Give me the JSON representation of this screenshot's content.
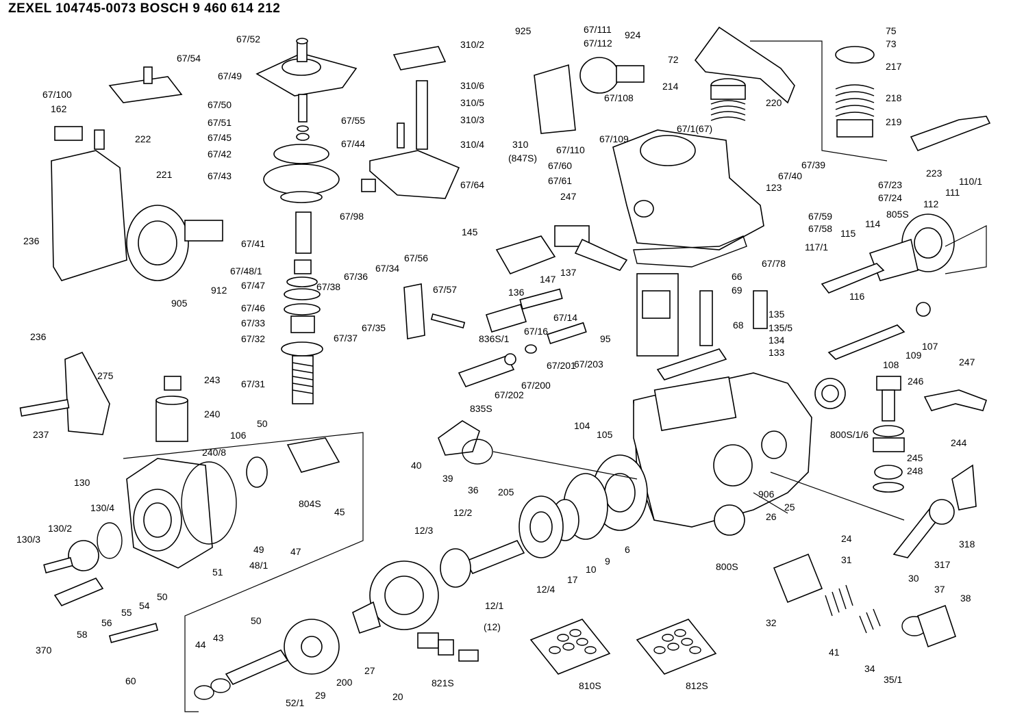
{
  "title": "ZEXEL   104745-0073   BOSCH   9 460 614 212",
  "labels": [
    "67/52",
    "67/54",
    "67/49",
    "67/100",
    "162",
    "222",
    "67/50",
    "67/51",
    "67/45",
    "67/42",
    "67/43",
    "221",
    "236",
    "67/41",
    "67/48/1",
    "905",
    "912",
    "67/47",
    "67/46",
    "67/33",
    "67/32",
    "67/31",
    "310/2",
    "310/6",
    "310/5",
    "310/3",
    "310/4",
    "310",
    "(847S)",
    "67/55",
    "67/44",
    "67/64",
    "67/98",
    "925",
    "67/111",
    "67/112",
    "924",
    "67/108",
    "67/110",
    "67/109",
    "72",
    "214",
    "220",
    "67/1(67)",
    "67/60",
    "67/61",
    "67/40",
    "67/39",
    "123",
    "247",
    "75",
    "73",
    "217",
    "218",
    "219",
    "223",
    "67/23",
    "67/24",
    "110/1",
    "111",
    "112",
    "805S",
    "114",
    "115",
    "117/1",
    "116",
    "145",
    "136",
    "147",
    "137",
    "67/59",
    "67/58",
    "67/78",
    "66",
    "69",
    "67/14",
    "67/16",
    "836S/1",
    "135",
    "135/5",
    "134",
    "133",
    "68",
    "95",
    "67/38",
    "67/36",
    "67/34",
    "67/56",
    "67/57",
    "67/37",
    "67/35",
    "67/203",
    "67/201",
    "67/200",
    "67/202",
    "835S",
    "108",
    "109",
    "107",
    "247",
    "246",
    "244",
    "245",
    "248",
    "318",
    "317",
    "800S/1/6",
    "906",
    "800S",
    "26",
    "25",
    "24",
    "31",
    "236",
    "275",
    "243",
    "240",
    "240/8",
    "237",
    "106",
    "50",
    "130",
    "130/4",
    "130/2",
    "130/3",
    "804S",
    "45",
    "49",
    "48/1",
    "47",
    "51",
    "50",
    "54",
    "55",
    "56",
    "58",
    "370",
    "60",
    "104",
    "105",
    "40",
    "39",
    "36",
    "205",
    "12/2",
    "12/3",
    "17",
    "10",
    "9",
    "6",
    "12/4",
    "12/1",
    "(12)",
    "30",
    "37",
    "38",
    "32",
    "41",
    "34",
    "35/1",
    "50",
    "44",
    "43",
    "52/1",
    "29",
    "200",
    "27",
    "20",
    "821S",
    "810S",
    "812S"
  ]
}
